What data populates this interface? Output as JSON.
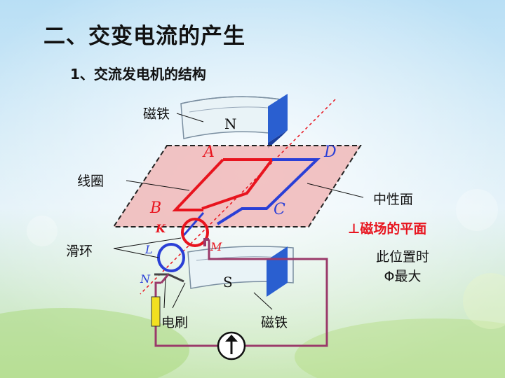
{
  "title": "二、交变电流的产生",
  "subtitle": "1、交流发电机的结构",
  "labels": {
    "magnet_top": "磁铁",
    "magnet_bottom": "磁铁",
    "coil": "线圈",
    "slip_ring": "滑环",
    "brush": "电刷",
    "neutral_plane": "中性面",
    "perp_plane": "⊥磁场的平面",
    "position_line1": "此位置时",
    "position_line2": "Φ最大",
    "pole_n": "N",
    "pole_s": "S",
    "point_a": "A",
    "point_b": "B",
    "point_c": "C",
    "point_d": "D",
    "point_k": "K",
    "point_l": "L",
    "point_m": "M",
    "point_n": "N"
  },
  "colors": {
    "coil_red": "#e8141e",
    "coil_blue": "#2a3fd6",
    "plane_fill": "#f0b4b4",
    "circuit": "#9a3a6a",
    "magnet_blue": "#2a5fd0",
    "brush_yellow": "#f2e020"
  },
  "icons": {
    "ammeter": "ammeter-up-arrow-icon"
  }
}
